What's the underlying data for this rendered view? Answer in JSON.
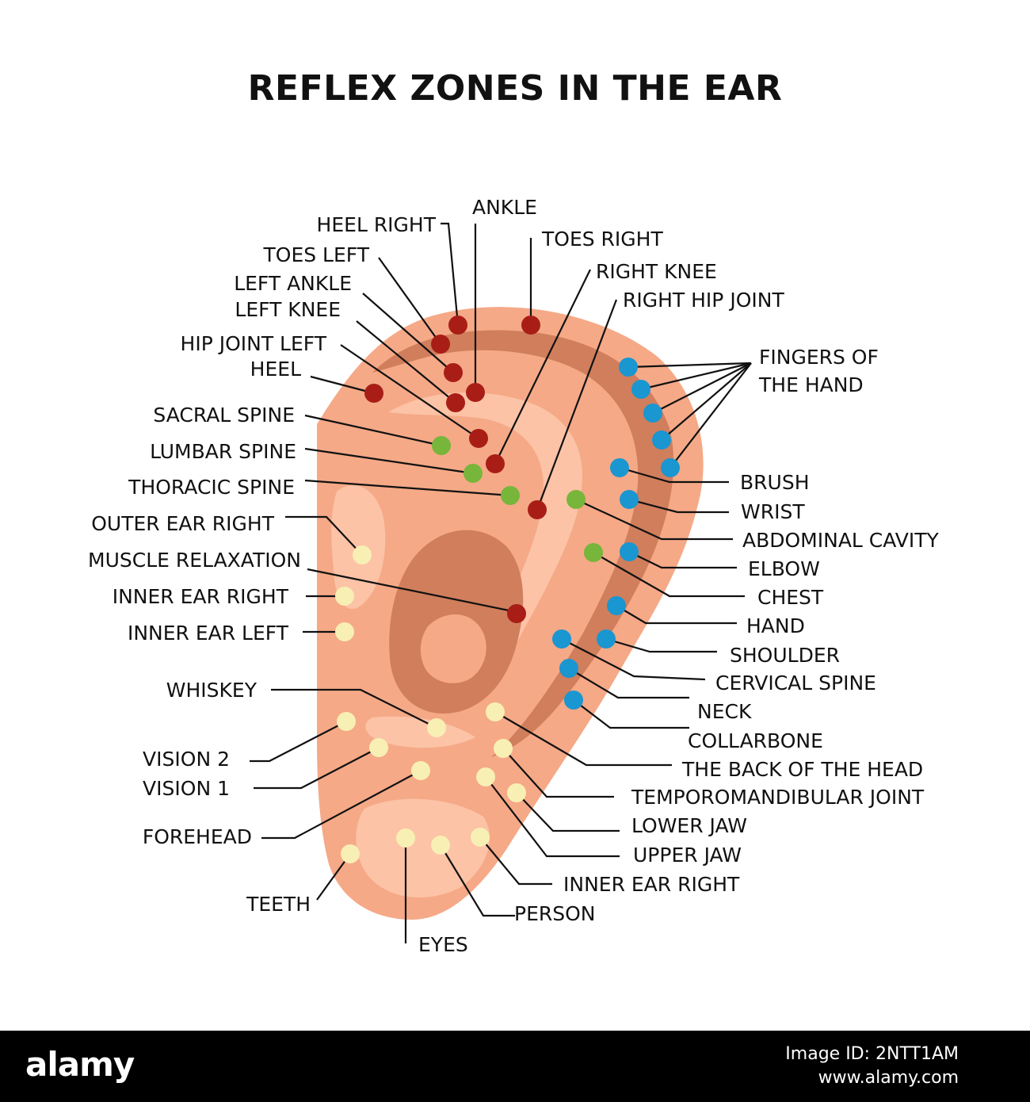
{
  "title": "REFLEX ZONES IN THE EAR",
  "colors": {
    "skin": "#f5a987",
    "skin_dark": "#d07e5c",
    "skin_light": "#fcc3a6",
    "red_point": "#a81e16",
    "green_point": "#77b63a",
    "blue_point": "#1a96d1",
    "cream_point": "#f8efb4"
  },
  "labels": {
    "heel_right": "HEEL RIGHT",
    "ankle": "ANKLE",
    "toes_right": "TOES RIGHT",
    "toes_left": "TOES LEFT",
    "right_knee": "RIGHT KNEE",
    "left_ankle": "LEFT ANKLE",
    "right_hip_joint": "RIGHT HIP JOINT",
    "left_knee": "LEFT KNEE",
    "hip_joint_left": "HIP JOINT LEFT",
    "fingers_line1": "FINGERS OF",
    "fingers_line2": "THE HAND",
    "heel": "HEEL",
    "sacral_spine": "SACRAL SPINE",
    "lumbar_spine": "LUMBAR SPINE",
    "brush": "BRUSH",
    "thoracic_spine": "THORACIC SPINE",
    "wrist": "WRIST",
    "outer_ear_right": "OUTER EAR RIGHT",
    "abdominal_cavity": "ABDOMINAL CAVITY",
    "muscle_relaxation": "MUSCLE RELAXATION",
    "elbow": "ELBOW",
    "inner_ear_right": "INNER EAR RIGHT",
    "chest": "CHEST",
    "hand": "HAND",
    "inner_ear_left": "INNER EAR LEFT",
    "shoulder": "SHOULDER",
    "cervical_spine": "CERVICAL SPINE",
    "whiskey": "WHISKEY",
    "neck": "NECK",
    "collarbone": "COLLARBONE",
    "vision_2": "VISION 2",
    "back_of_head": "THE BACK OF THE HEAD",
    "vision_1": "VISION 1",
    "tmj": "TEMPOROMANDIBULAR JOINT",
    "lower_jaw": "LOWER JAW",
    "forehead": "FOREHEAD",
    "upper_jaw": "UPPER JAW",
    "inner_ear_right_2": "INNER EAR RIGHT",
    "teeth": "TEETH",
    "person": "PERSON",
    "eyes": "EYES"
  },
  "footer": {
    "logo": "alamy",
    "image_id": "Image ID: 2NTT1AM",
    "url": "www.alamy.com"
  }
}
